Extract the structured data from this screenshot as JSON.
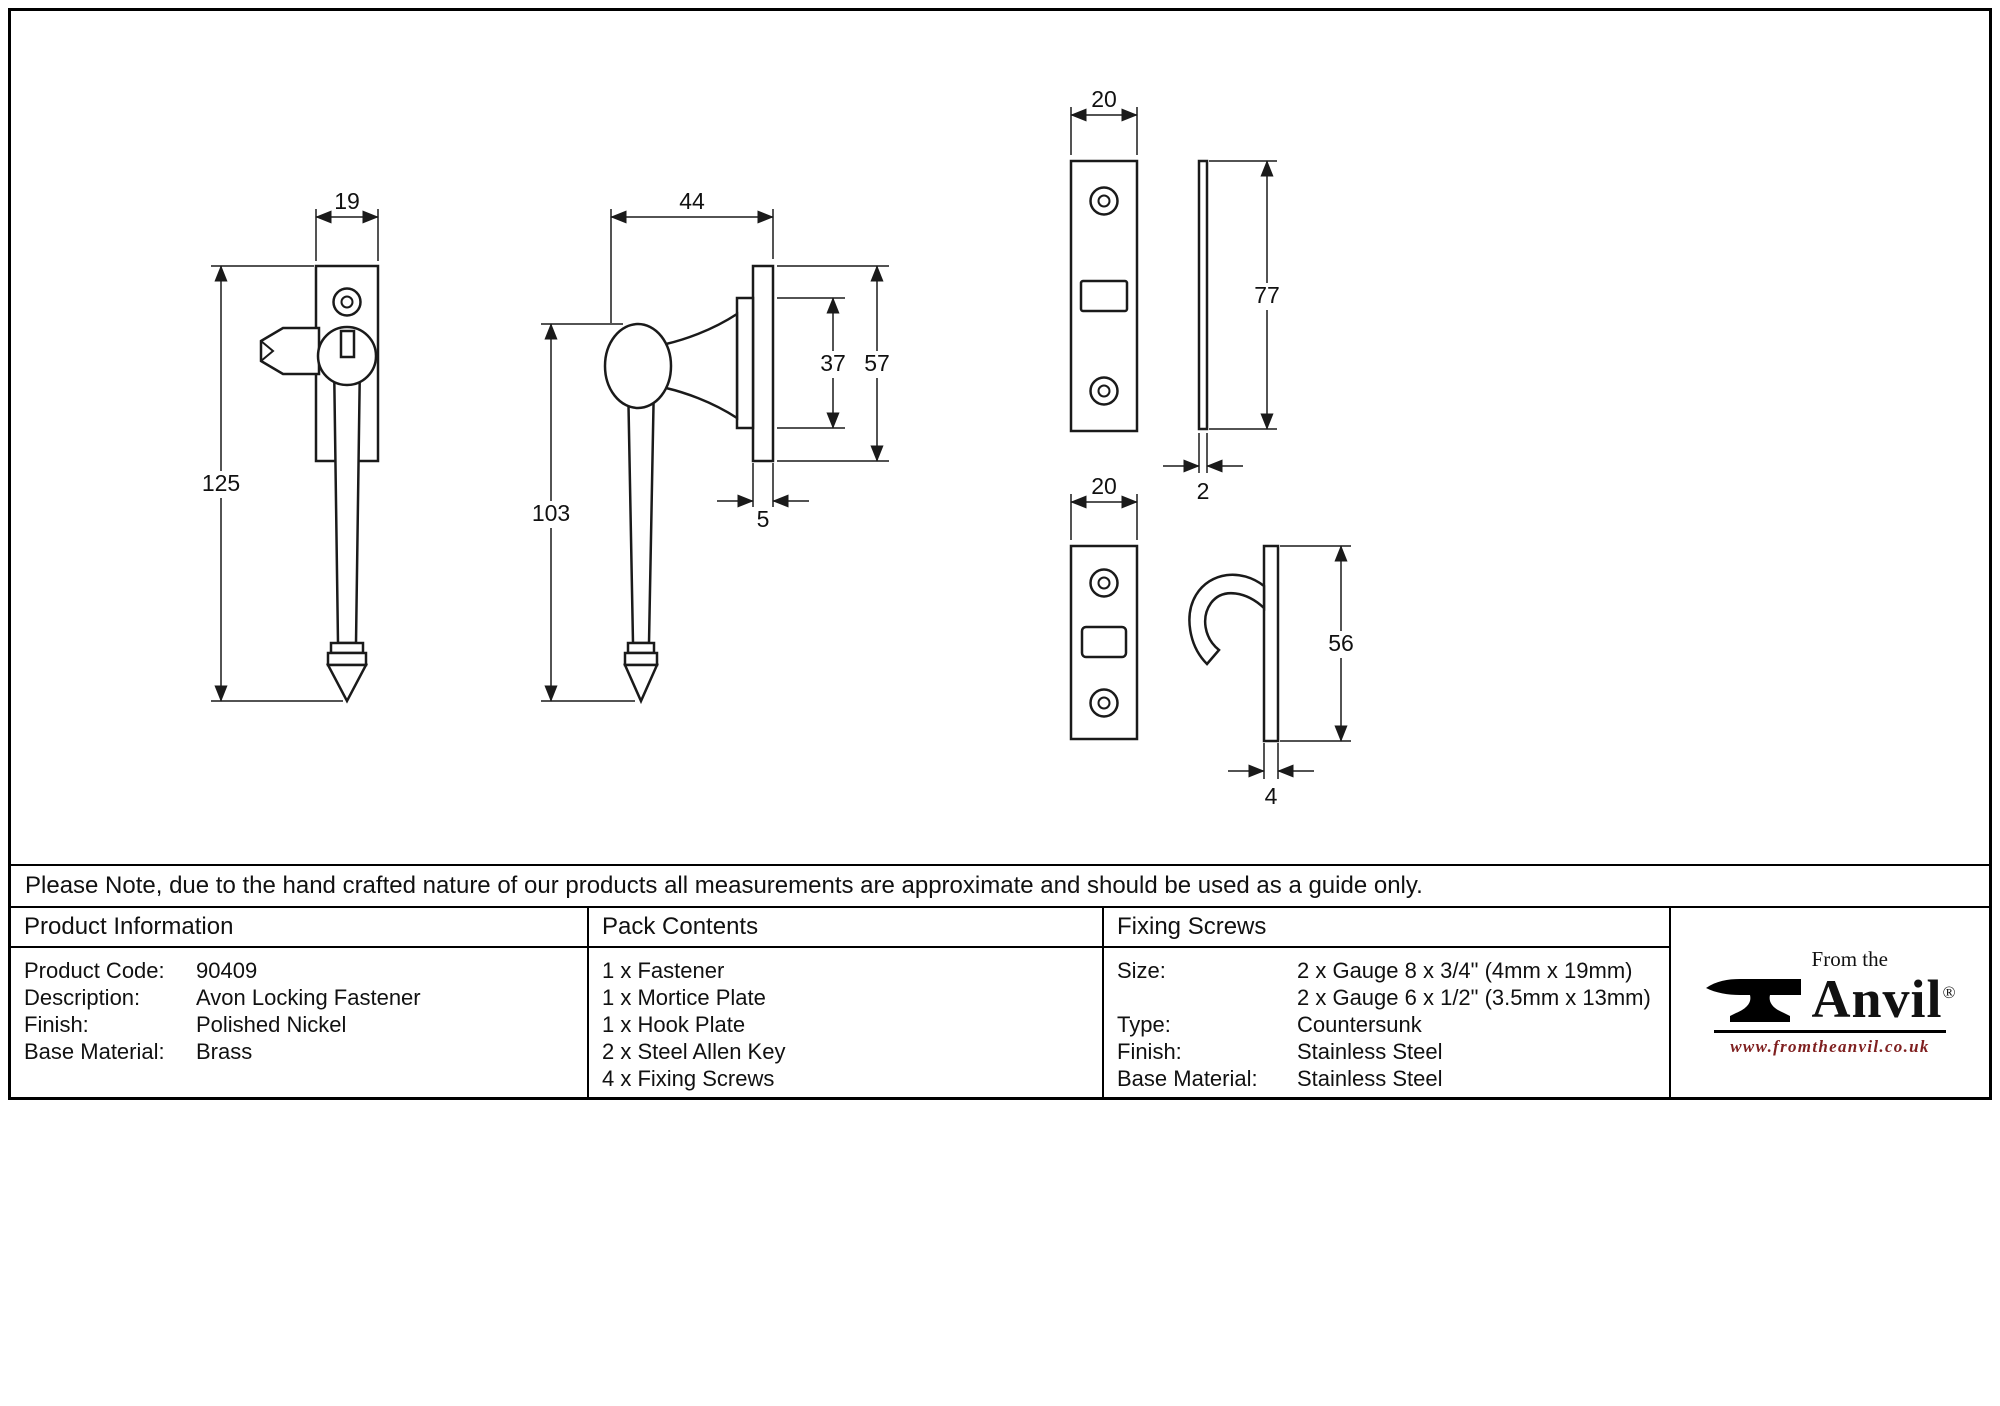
{
  "note": "Please Note, due to the hand crafted nature of our products all measurements are approximate and should be used as a guide only.",
  "drawings": {
    "fastener_front": {
      "width": "19",
      "height": "125"
    },
    "fastener_side": {
      "handle_depth": "44",
      "handle_height": "103",
      "rosette_diameter": "37",
      "plate_height": "57",
      "plate_thickness": "5"
    },
    "mortice_plate": {
      "width": "20",
      "height": "77",
      "thickness": "2"
    },
    "hook_plate": {
      "width": "20",
      "height": "56",
      "thickness": "4"
    }
  },
  "table": {
    "product_information": {
      "header": "Product Information",
      "rows": [
        {
          "label": "Product Code:",
          "value": "90409"
        },
        {
          "label": "Description:",
          "value": "Avon Locking Fastener"
        },
        {
          "label": "Finish:",
          "value": "Polished Nickel"
        },
        {
          "label": "Base Material:",
          "value": "Brass"
        }
      ]
    },
    "pack_contents": {
      "header": "Pack Contents",
      "items": [
        "1 x Fastener",
        "1 x Mortice Plate",
        "1 x Hook Plate",
        "2 x Steel Allen Key",
        "4 x Fixing Screws"
      ]
    },
    "fixing_screws": {
      "header": "Fixing Screws",
      "rows": [
        {
          "label": "Size:",
          "value": "2 x Gauge 8 x 3/4\" (4mm x 19mm)"
        },
        {
          "label": "",
          "value": "2 x Gauge 6 x 1/2\" (3.5mm x 13mm)"
        },
        {
          "label": "Type:",
          "value": "Countersunk"
        },
        {
          "label": "Finish:",
          "value": "Stainless Steel"
        },
        {
          "label": "Base Material:",
          "value": "Stainless Steel"
        }
      ]
    }
  },
  "logo": {
    "tagline": "From the",
    "name": "Anvil",
    "registered": "®",
    "url": "www.fromtheanvil.co.uk"
  },
  "colors": {
    "line": "#1a1a1a",
    "logo_url": "#7f1f1f"
  }
}
